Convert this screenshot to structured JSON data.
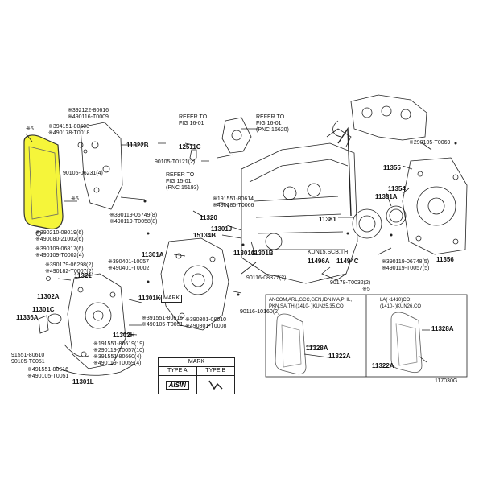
{
  "labels": {
    "l_5a": "※5",
    "l_5b": "※5",
    "l_392122": "※392122-80616",
    "l_490116": "※490116-T0009",
    "l_11322b": "11322B",
    "l_394151": "※394151-80600",
    "l_490178": "※490178-T0018",
    "l_90105_06231": "90105-06231(4)",
    "l_refer1a": "REFER TO",
    "l_refer1b": "FIG 16-01",
    "l_refer2a": "REFER TO",
    "l_refer2b": "FIG 16-01",
    "l_refer2c": "(PNC 16620)",
    "l_12511c": "12511C",
    "l_90105_t0121": "90105-T0121(2)",
    "l_refer3a": "REFER TO",
    "l_refer3b": "FIG 15-01",
    "l_refer3c": "(PNC 15193)",
    "l_191551": "※191551-80614",
    "l_490185": "※490185-T0066",
    "l_390119_06749": "※390119-06749(8)",
    "l_490119_t0058": "※490119-T0058(8)",
    "l_11320": "11320",
    "l_15134b": "15134B",
    "l_11301j": "11301J",
    "l_390210": "※390210-08019(6)",
    "l_490080": "※490080-21002(6)",
    "l_390109": "※390109-06817(6)",
    "l_490109": "※490109-T0002(4)",
    "l_11301a": "11301A",
    "l_390401": "※390401-10057",
    "l_490401": "※490401-T0002",
    "l_390179": "※390179-06298(2)",
    "l_490182": "※490182-T0007(2)",
    "l_11321": "11321",
    "l_11302a": "11302A",
    "l_11301c": "11301C",
    "l_11336a": "11336A",
    "l_11301k": "11301K",
    "l_mark": "MARK",
    "l_391551a": "※391551-80616",
    "l_490105_t0051a": "※490105-T0051",
    "l_390301": "※390301-08010",
    "l_490301": "※490301-T0008",
    "l_11302h": "11302H",
    "l_191551_80619": "※191551-80619(19)",
    "l_290119_t0057": "※290119-T0057(10)",
    "l_391551_80660": "※391551-80660(4)",
    "l_490119_t0059": "※490119-T0059(4)",
    "l_91551": "91551-80610",
    "l_90105": "90105-T0051",
    "l_491551": "※491551-80616",
    "l_490105_t0051b": "※490105-T0051",
    "l_11301l": "11301L",
    "l_11301g": "11301G",
    "l_11301b": "11301B",
    "l_90116_08377": "90116-08377(2)",
    "l_90116_10160": "90116-10160(2)",
    "l_kun15": "KUN15,SCB,TH",
    "l_11496a": "11496A",
    "l_11494c": "11494C",
    "l_90178": "90178-T0032(2)",
    "l_5c": "※5",
    "l_11381": "11381",
    "l_11381a": "11381A",
    "l_11354": "11354",
    "l_11355": "11355",
    "l_290105": "※290105-T0069",
    "l_390119_06748": "※390119-06748(5)",
    "l_490119_t0057": "※490119-T0057(5)",
    "l_11356": "11356",
    "l_box1a": "ANCOM,ARL,GCC,GEN,IDN,MA,PHL,",
    "l_box1b": "PKN,SA,TH,(1410-   )KUN25,35,CO",
    "l_box2a": "LA(     -1410)CO;",
    "l_box2b": "(1410-     )KUN26,CO",
    "l_11328a_1": "11328A",
    "l_11322a_1": "11322A",
    "l_11328a_2": "11328A",
    "l_11322a_2": "11322A",
    "l_fig": "117030G"
  },
  "mark_table": {
    "title": "MARK",
    "type_a": "TYPE A",
    "type_b": "TYPE B",
    "type_a_symbol": "AISIN"
  },
  "colors": {
    "highlight": "#F5F53A",
    "line": "#222222"
  }
}
